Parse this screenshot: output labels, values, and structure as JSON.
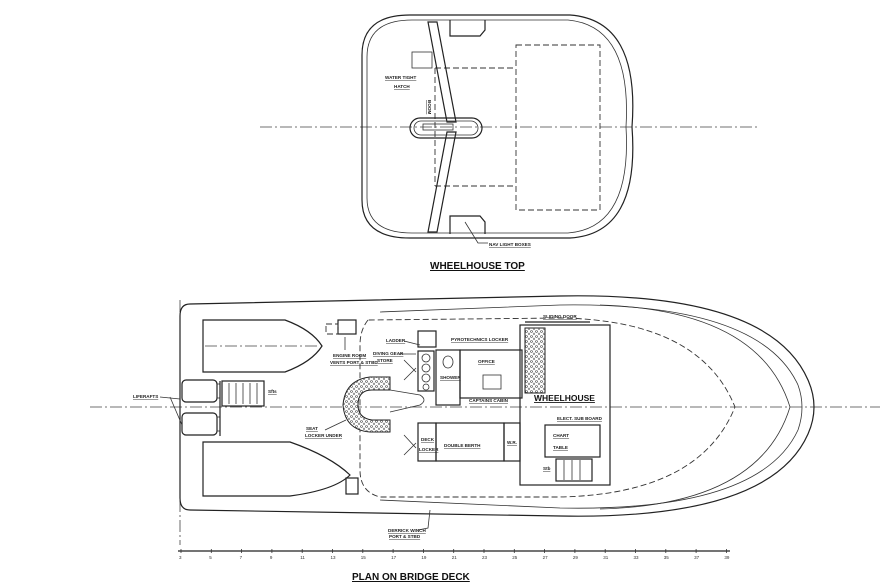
{
  "wheelhouse_top": {
    "title": "WHEELHOUSE TOP",
    "labels": {
      "watertight": "WATER TIGHT",
      "hatch": "HATCH",
      "boom": "BOOM",
      "nav_light": "NAV LIGHT BOXES"
    }
  },
  "bridge_deck": {
    "title": "PLAN ON BRIDGE DECK",
    "labels": {
      "liferafts": "LIFERAFTS",
      "steps": "Sfts",
      "engine_room": "ENGINE ROOM",
      "vents": "VENTS PORT & STBD",
      "seat": "SEAT",
      "locker_under": "LOCKER UNDER",
      "derrick": "DERRICK WINCH",
      "port_stbd": "PORT & STBD",
      "ladder": "LADDER",
      "diving1": "DIVING GEAR",
      "diving2": "STORE",
      "pyro": "PYROTECHNICS LOCKER",
      "shower": "SHOWER",
      "office": "OFFICE",
      "captains": "CAPTAINS CABIN",
      "wheelhouse": "WHEELHOUSE",
      "elect": "ELECT. SUB BOARD",
      "chart": "CHART",
      "table": "TABLE",
      "deck": "DECK",
      "locker": "LOCKER",
      "double_berth": "DOUBLE BERTH",
      "wr": "W.R.",
      "sliding_door": "SLIDING DOOR",
      "stb": "Stb"
    },
    "frame_scale": [
      "3",
      "5",
      "7",
      "9",
      "11",
      "13",
      "15",
      "17",
      "19",
      "21",
      "23",
      "25",
      "27",
      "29",
      "31",
      "33",
      "35",
      "37",
      "39"
    ]
  }
}
